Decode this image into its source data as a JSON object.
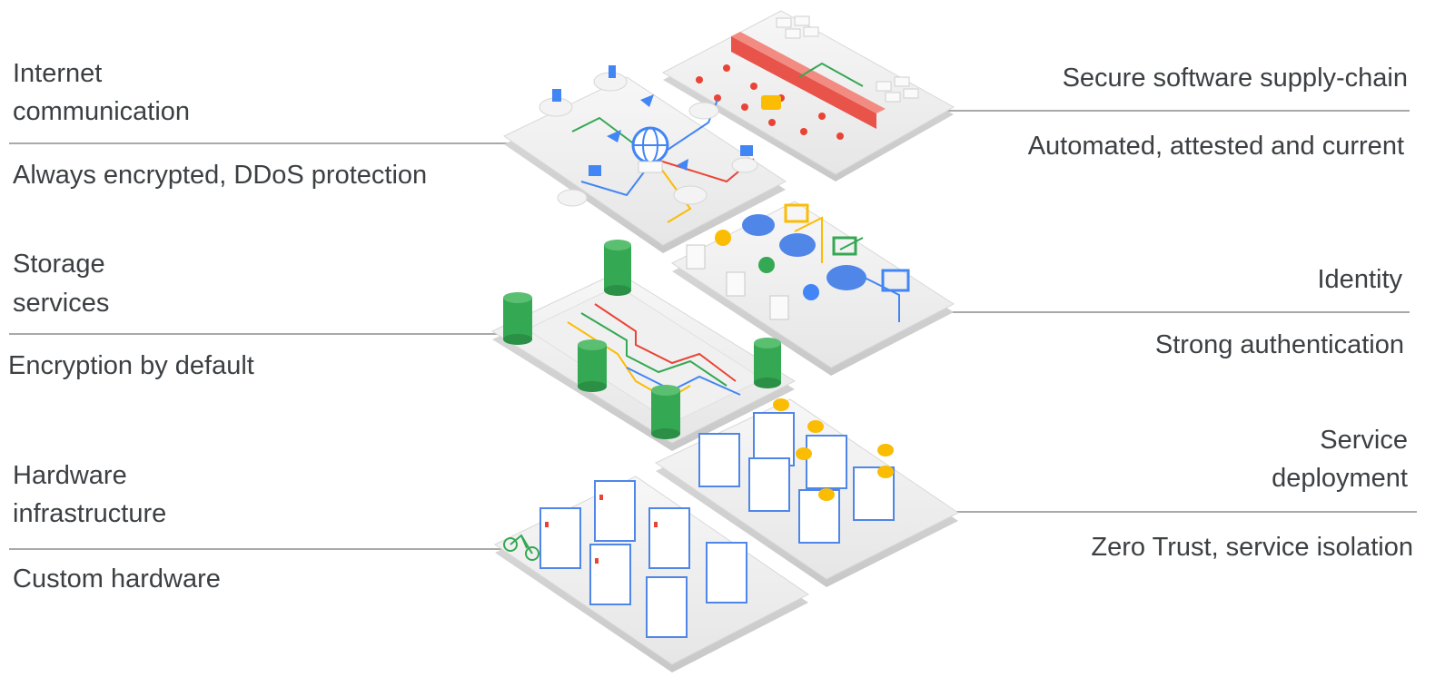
{
  "layers": {
    "internet": {
      "title": "Internet\ncommunication",
      "title_line1": "Internet",
      "title_line2": "communication",
      "subtitle": "Always encrypted, DDoS  protection"
    },
    "storage": {
      "title_line1": "Storage",
      "title_line2": "services",
      "subtitle": "Encryption by default"
    },
    "hardware": {
      "title_line1": "Hardware",
      "title_line2": "infrastructure",
      "subtitle": "Custom hardware"
    },
    "supply_chain": {
      "title": "Secure software supply-chain",
      "subtitle": "Automated, attested and current"
    },
    "identity": {
      "title": "Identity",
      "subtitle": "Strong authentication"
    },
    "deployment": {
      "title_line1": "Service",
      "title_line2": "deployment",
      "subtitle": "Zero Trust, service isolation"
    }
  },
  "colors": {
    "google_blue": "#4285f4",
    "google_red": "#ea4335",
    "google_yellow": "#fbbc04",
    "google_green": "#34a853",
    "platform": "#eeeeee",
    "rule": "#a9a9a9"
  }
}
